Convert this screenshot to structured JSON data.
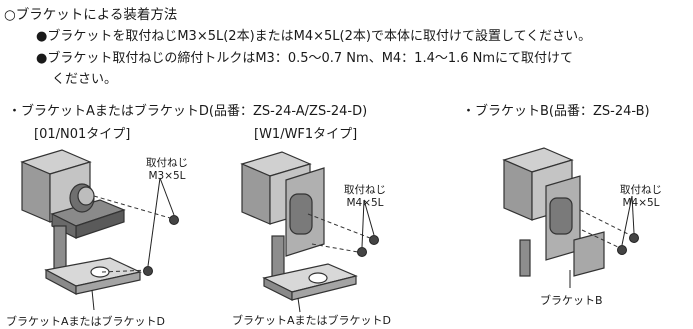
{
  "section_title": "○ブラケットによる装着方法",
  "bullets": [
    "●ブラケットを取付ねじM3×5L(2本)またはM4×5L(2本)で本体に取付けて設置してください。",
    "●ブラケット取付ねじの締付トルクはM3：0.5〜0.7 Nm、M4：1.4〜1.6 Nmにて取付けて",
    "ください。"
  ],
  "bracket_ad": {
    "heading": "・ブラケットAまたはブラケットD(品番：ZS-24-A/ZS-24-D)",
    "types": [
      "[01/N01タイプ]",
      "[W1/WF1タイプ]"
    ]
  },
  "bracket_b": {
    "heading": "・ブラケットB(品番：ZS-24-B)"
  },
  "figures": [
    {
      "screw_label_1": "取付ねじ",
      "screw_label_2": "M3×5L",
      "part_label": "ブラケットAまたはブラケットD"
    },
    {
      "screw_label_1": "取付ねじ",
      "screw_label_2": "M4×5L",
      "part_label": "ブラケットAまたはブラケットD"
    },
    {
      "screw_label_1": "取付ねじ",
      "screw_label_2": "M4×5L",
      "part_label": "ブラケットB"
    }
  ]
}
